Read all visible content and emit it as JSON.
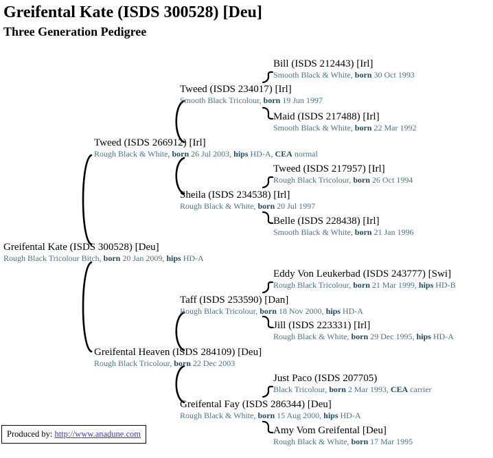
{
  "header": {
    "title": "Greifental Kate (ISDS 300528) [Deu]",
    "subtitle": "Three Generation Pedigree"
  },
  "pedigree": {
    "generations": 3,
    "subject_id": "kate",
    "nodes": [
      {
        "id": "bill",
        "gen": 3,
        "name": "Bill (ISDS 212443) [Irl]",
        "details_parts": [
          "Smooth Black & White, ",
          "born",
          " 30 Oct 1993"
        ]
      },
      {
        "id": "tweed-234017",
        "gen": 2,
        "sire": "bill",
        "dam": "maid",
        "name": "Tweed (ISDS 234017) [Irl]",
        "details_parts": [
          "Smooth Black Tricolour, ",
          "born",
          " 19 Jun 1997"
        ]
      },
      {
        "id": "maid",
        "gen": 3,
        "name": "Maid (ISDS 217488) [Irl]",
        "details_parts": [
          "Smooth Black & White, ",
          "born",
          " 22 Mar 1992"
        ]
      },
      {
        "id": "tweed-266912",
        "gen": 1,
        "sire": "tweed-234017",
        "dam": "sheila",
        "name": "Tweed (ISDS 266912) [Irl]",
        "details_parts": [
          "Rough Black & White, ",
          "born",
          " 26 Jul 2003, ",
          "hips",
          " HD-A, ",
          "CEA",
          " normal"
        ]
      },
      {
        "id": "tweed-217957",
        "gen": 3,
        "name": "Tweed (ISDS 217957) [Irl]",
        "details_parts": [
          "Rough Black Tricolour, ",
          "born",
          " 26 Oct 1994"
        ]
      },
      {
        "id": "sheila",
        "gen": 2,
        "sire": "tweed-217957",
        "dam": "belle",
        "name": "Sheila (ISDS 234538) [Irl]",
        "details_parts": [
          "Rough Black & White, ",
          "born",
          " 20 Jul 1997"
        ]
      },
      {
        "id": "belle",
        "gen": 3,
        "name": "Belle (ISDS 228438) [Irl]",
        "details_parts": [
          "Smooth Black & White, ",
          "born",
          " 21 Jan 1996"
        ]
      },
      {
        "id": "kate",
        "gen": 0,
        "sire": "tweed-266912",
        "dam": "heaven",
        "name": "Greifental Kate (ISDS 300528) [Deu]",
        "details_parts": [
          "Rough Black Tricolour Bitch, ",
          "born",
          " 20 Jan 2009, ",
          "hips",
          " HD-A"
        ]
      },
      {
        "id": "eddy",
        "gen": 3,
        "name": "Eddy Von Leukerbad (ISDS 243777) [Swi]",
        "details_parts": [
          "Rough Black Tricolour, ",
          "born",
          " 21 Mar 1999, ",
          "hips",
          " HD-B"
        ]
      },
      {
        "id": "taff",
        "gen": 2,
        "sire": "eddy",
        "dam": "jill",
        "name": "Taff (ISDS 253590) [Dan]",
        "details_parts": [
          "Rough Black Tricolour, ",
          "born",
          " 18 Nov 2000, ",
          "hips",
          " HD-A"
        ]
      },
      {
        "id": "jill",
        "gen": 3,
        "name": "Jill (ISDS 223331) [Irl]",
        "details_parts": [
          "Rough Black & White, ",
          "born",
          " 29 Dec 1995, ",
          "hips",
          " HD-A"
        ]
      },
      {
        "id": "heaven",
        "gen": 1,
        "sire": "taff",
        "dam": "fay",
        "name": "Greifental Heaven (ISDS 284109) [Deu]",
        "details_parts": [
          "Rough Black Tricolour, ",
          "born",
          " 22 Dec 2003"
        ]
      },
      {
        "id": "just-paco",
        "gen": 3,
        "name": "Just Paco (ISDS 207705)",
        "details_parts": [
          "Black Tricolour, ",
          "born",
          " 2 Mar 1993, ",
          "CEA",
          " carrier"
        ]
      },
      {
        "id": "fay",
        "gen": 2,
        "sire": "just-paco",
        "dam": "amy",
        "name": "Greifental Fay (ISDS 286344) [Deu]",
        "details_parts": [
          "Rough Black & White, ",
          "born",
          " 15 Aug 2000, ",
          "hips",
          " HD-A"
        ]
      },
      {
        "id": "amy",
        "gen": 3,
        "name": "Amy Vom Greifental [Deu]",
        "details_parts": [
          "Rough Black & White, ",
          "born",
          " 17 Mar 1995"
        ]
      }
    ]
  },
  "footer": {
    "produced_by_label": "Produced by: ",
    "link_text": "http://www.anadune.com"
  },
  "colors": {
    "details": "#4a7389",
    "kw": "#1f4a5e",
    "link": "#4433cc"
  }
}
